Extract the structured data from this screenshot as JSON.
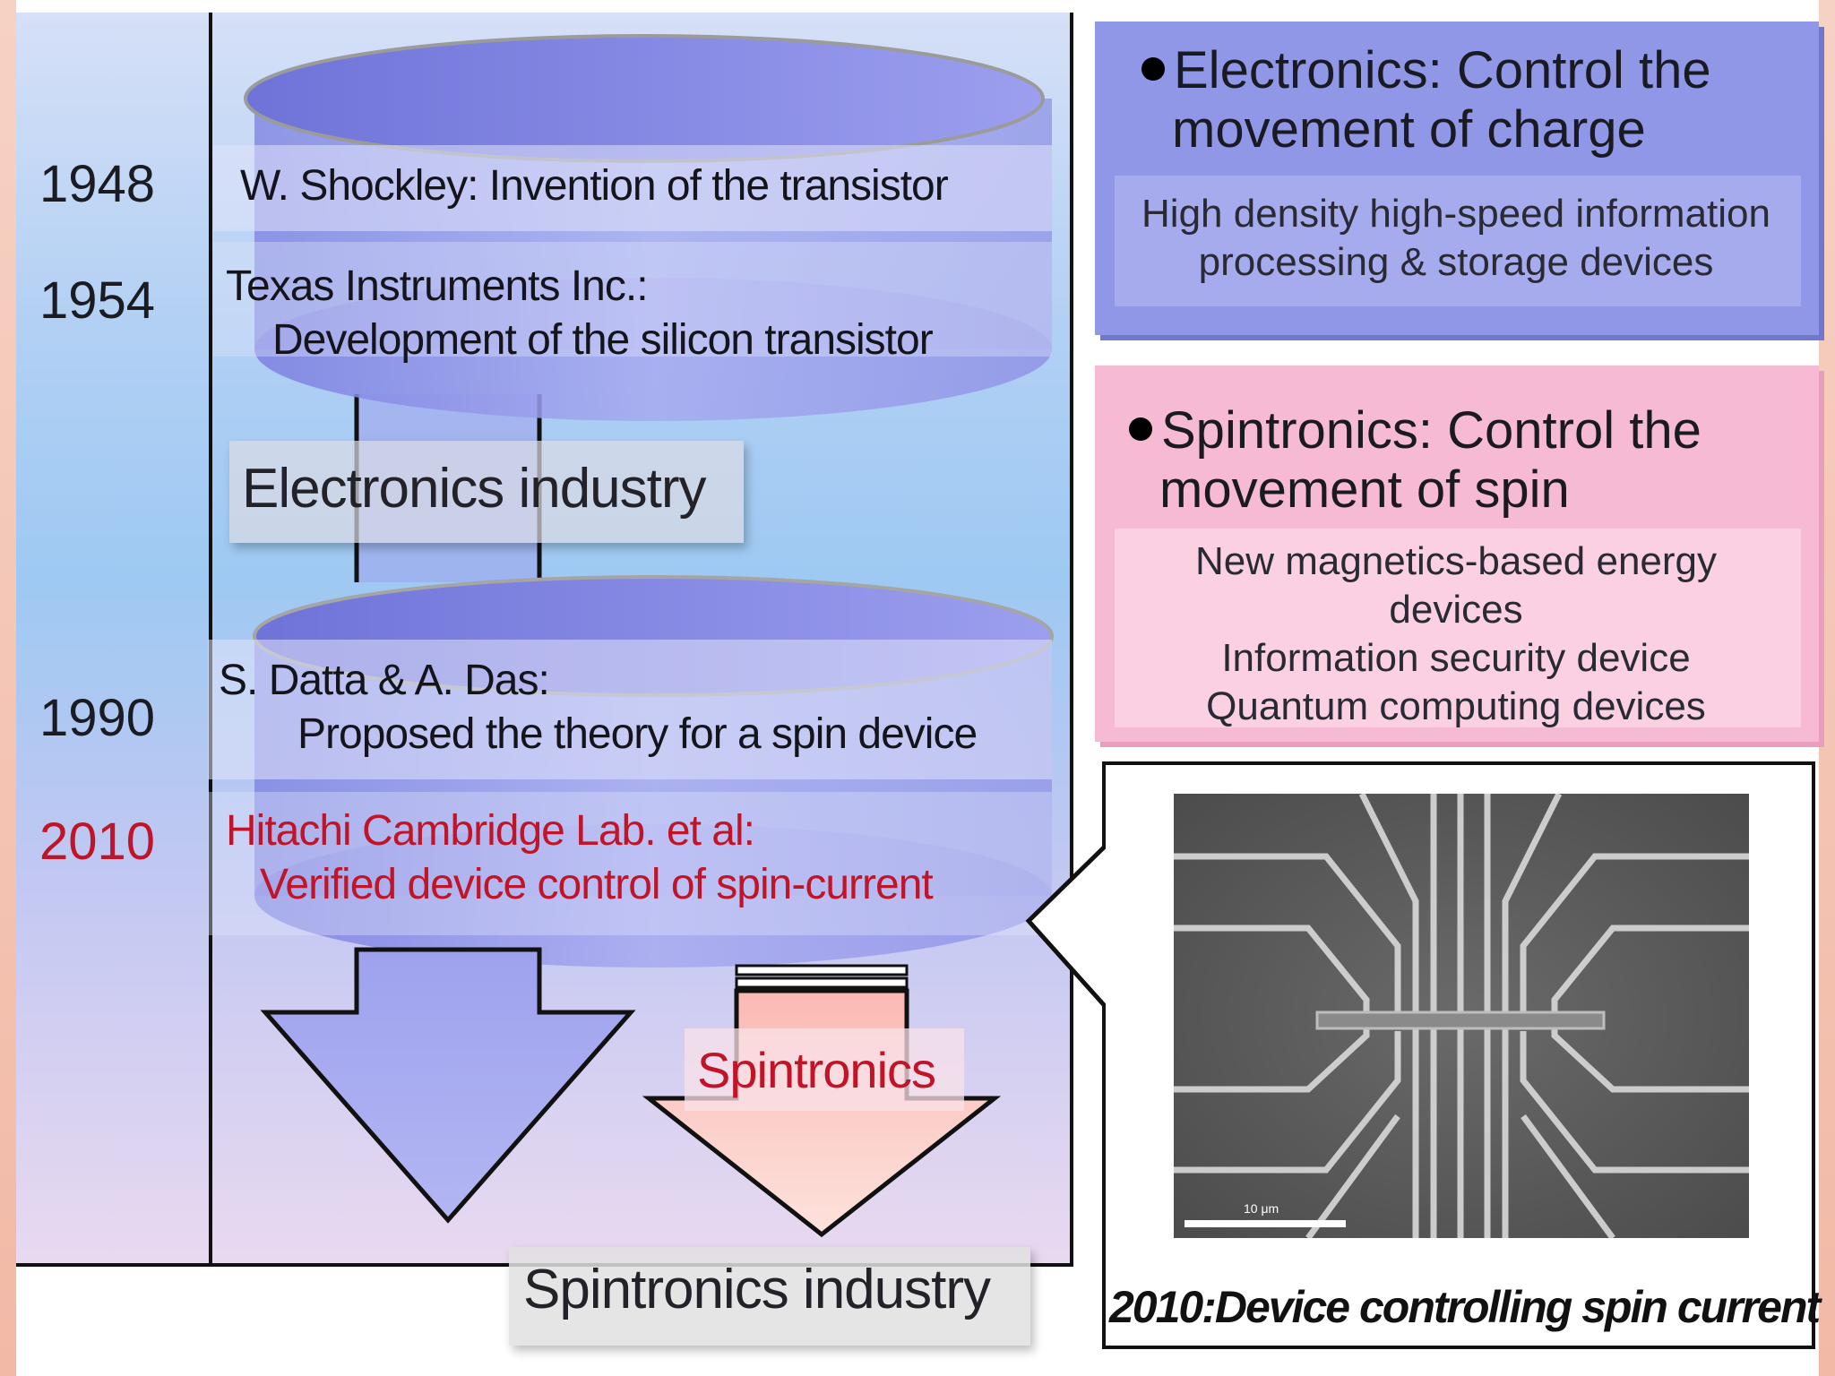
{
  "timeline": {
    "years": [
      "1948",
      "1954",
      "1990",
      "2010"
    ],
    "events": {
      "e1948": "W. Shockley: Invention of the transistor",
      "e1954_line1": "Texas Instruments Inc.:",
      "e1954_line2": "Development of the silicon transistor",
      "e1990_line1": "S. Datta & A. Das:",
      "e1990_line2": "Proposed the theory for a spin device",
      "e2010_line1": "Hitachi Cambridge Lab. et al:",
      "e2010_line2": "Verified device control of spin-current"
    },
    "labels": {
      "electronics_industry": "Electronics industry",
      "spintronics": "Spintronics",
      "spintronics_industry": "Spintronics industry"
    }
  },
  "electronics_box": {
    "title_line1": "Electronics: Control the",
    "title_line2": "movement of charge",
    "desc_line1": "High density high-speed information",
    "desc_line2": "processing & storage devices"
  },
  "spintronics_box": {
    "title_line1": "Spintronics: Control the",
    "title_line2": "movement of spin",
    "desc_line1": "New magnetics-based energy",
    "desc_line2": "devices",
    "desc_line3": "Information security device",
    "desc_line4": "Quantum computing devices"
  },
  "photo": {
    "scale_label": "10 μm",
    "caption": "2010:Device controlling spin current"
  },
  "colors": {
    "year_red": "#c01428",
    "electronics_blue": "#8f92e8",
    "spintronics_pink": "#f4b8d2",
    "arrow_pink": "#f9c6c0"
  }
}
